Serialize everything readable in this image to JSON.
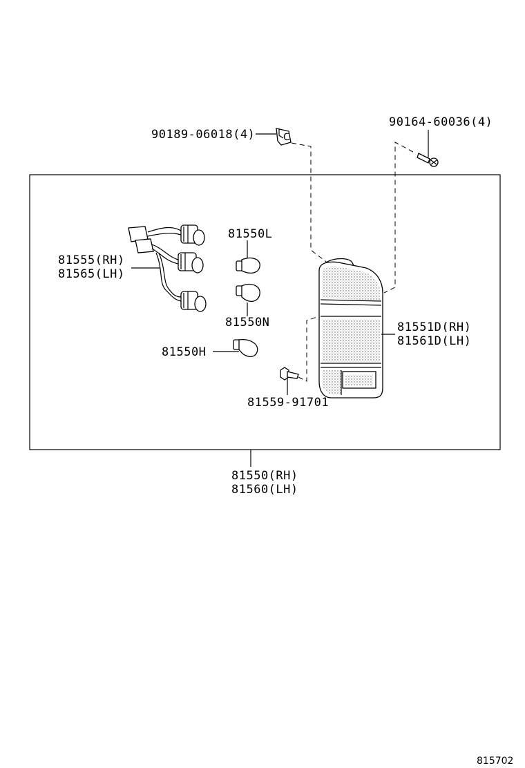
{
  "diagram_id": "815702",
  "labels": {
    "clip": "90189-06018(4)",
    "screw": "90164-60036(4)",
    "bulb_l": "81550L",
    "socket_rh": "81555(RH)",
    "socket_lh": "81565(LH)",
    "bulb_n": "81550N",
    "lens_rh": "81551D(RH)",
    "lens_lh": "81561D(LH)",
    "bulb_h": "81550H",
    "bolt": "81559-91701",
    "assy_rh": "81550(RH)",
    "assy_lh": "81560(LH)"
  }
}
